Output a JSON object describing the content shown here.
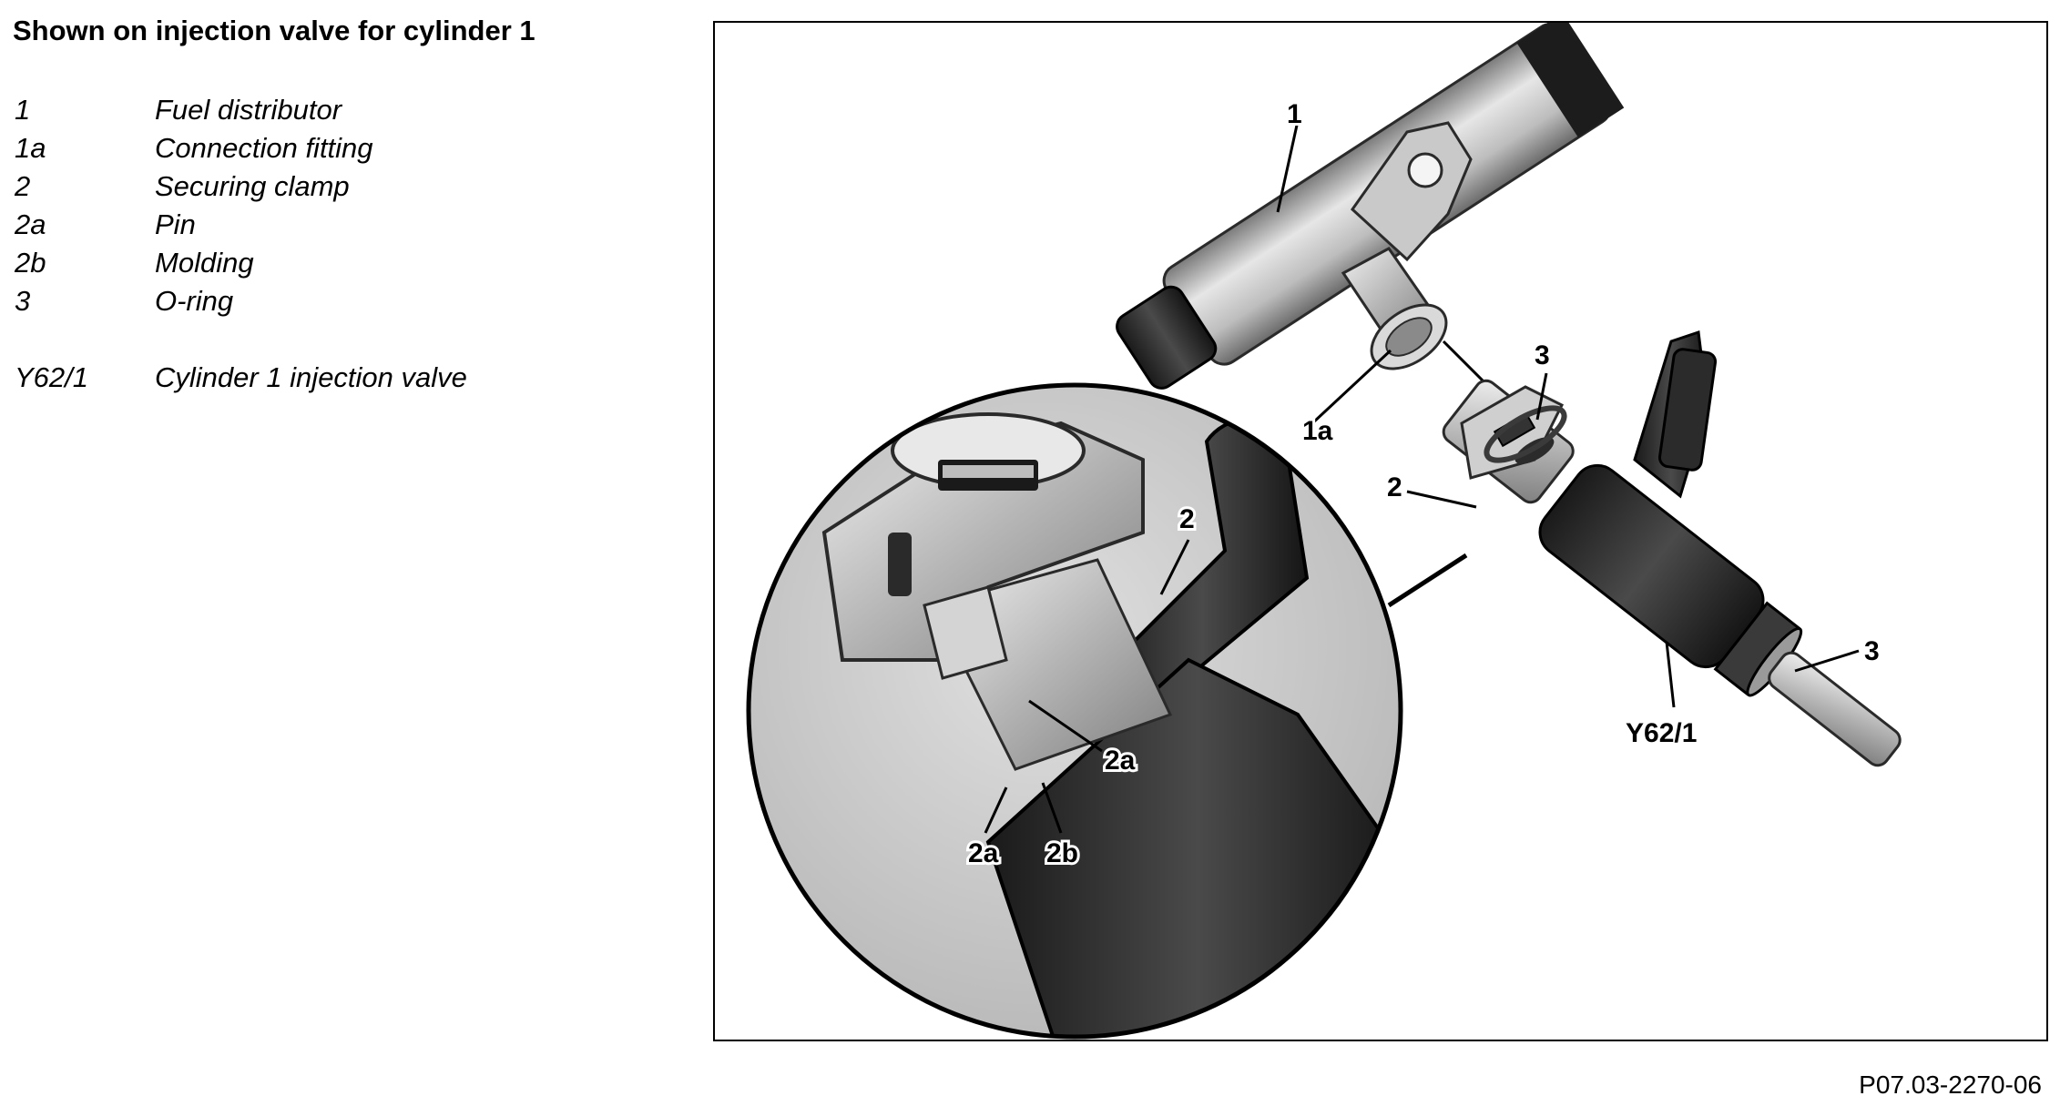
{
  "title": "Shown on injection valve for cylinder 1",
  "legend": [
    {
      "code": "1",
      "label": "Fuel distributor"
    },
    {
      "code": "1a",
      "label": "Connection fitting"
    },
    {
      "code": "2",
      "label": "Securing clamp"
    },
    {
      "code": "2a",
      "label": "Pin"
    },
    {
      "code": "2b",
      "label": "Molding"
    },
    {
      "code": "3",
      "label": "O-ring"
    },
    {
      "code": "Y62/1",
      "label": "Cylinder 1 injection valve"
    }
  ],
  "callouts": {
    "fuel_distributor": "1",
    "connection_fitting": "1a",
    "oring_top": "3",
    "clamp": "2",
    "oring_bottom": "3",
    "injector": "Y62/1",
    "detail_clamp": "2",
    "detail_pin_right": "2a",
    "detail_pin_left": "2a",
    "detail_molding": "2b"
  },
  "figure_ref": "P07.03-2270-06"
}
